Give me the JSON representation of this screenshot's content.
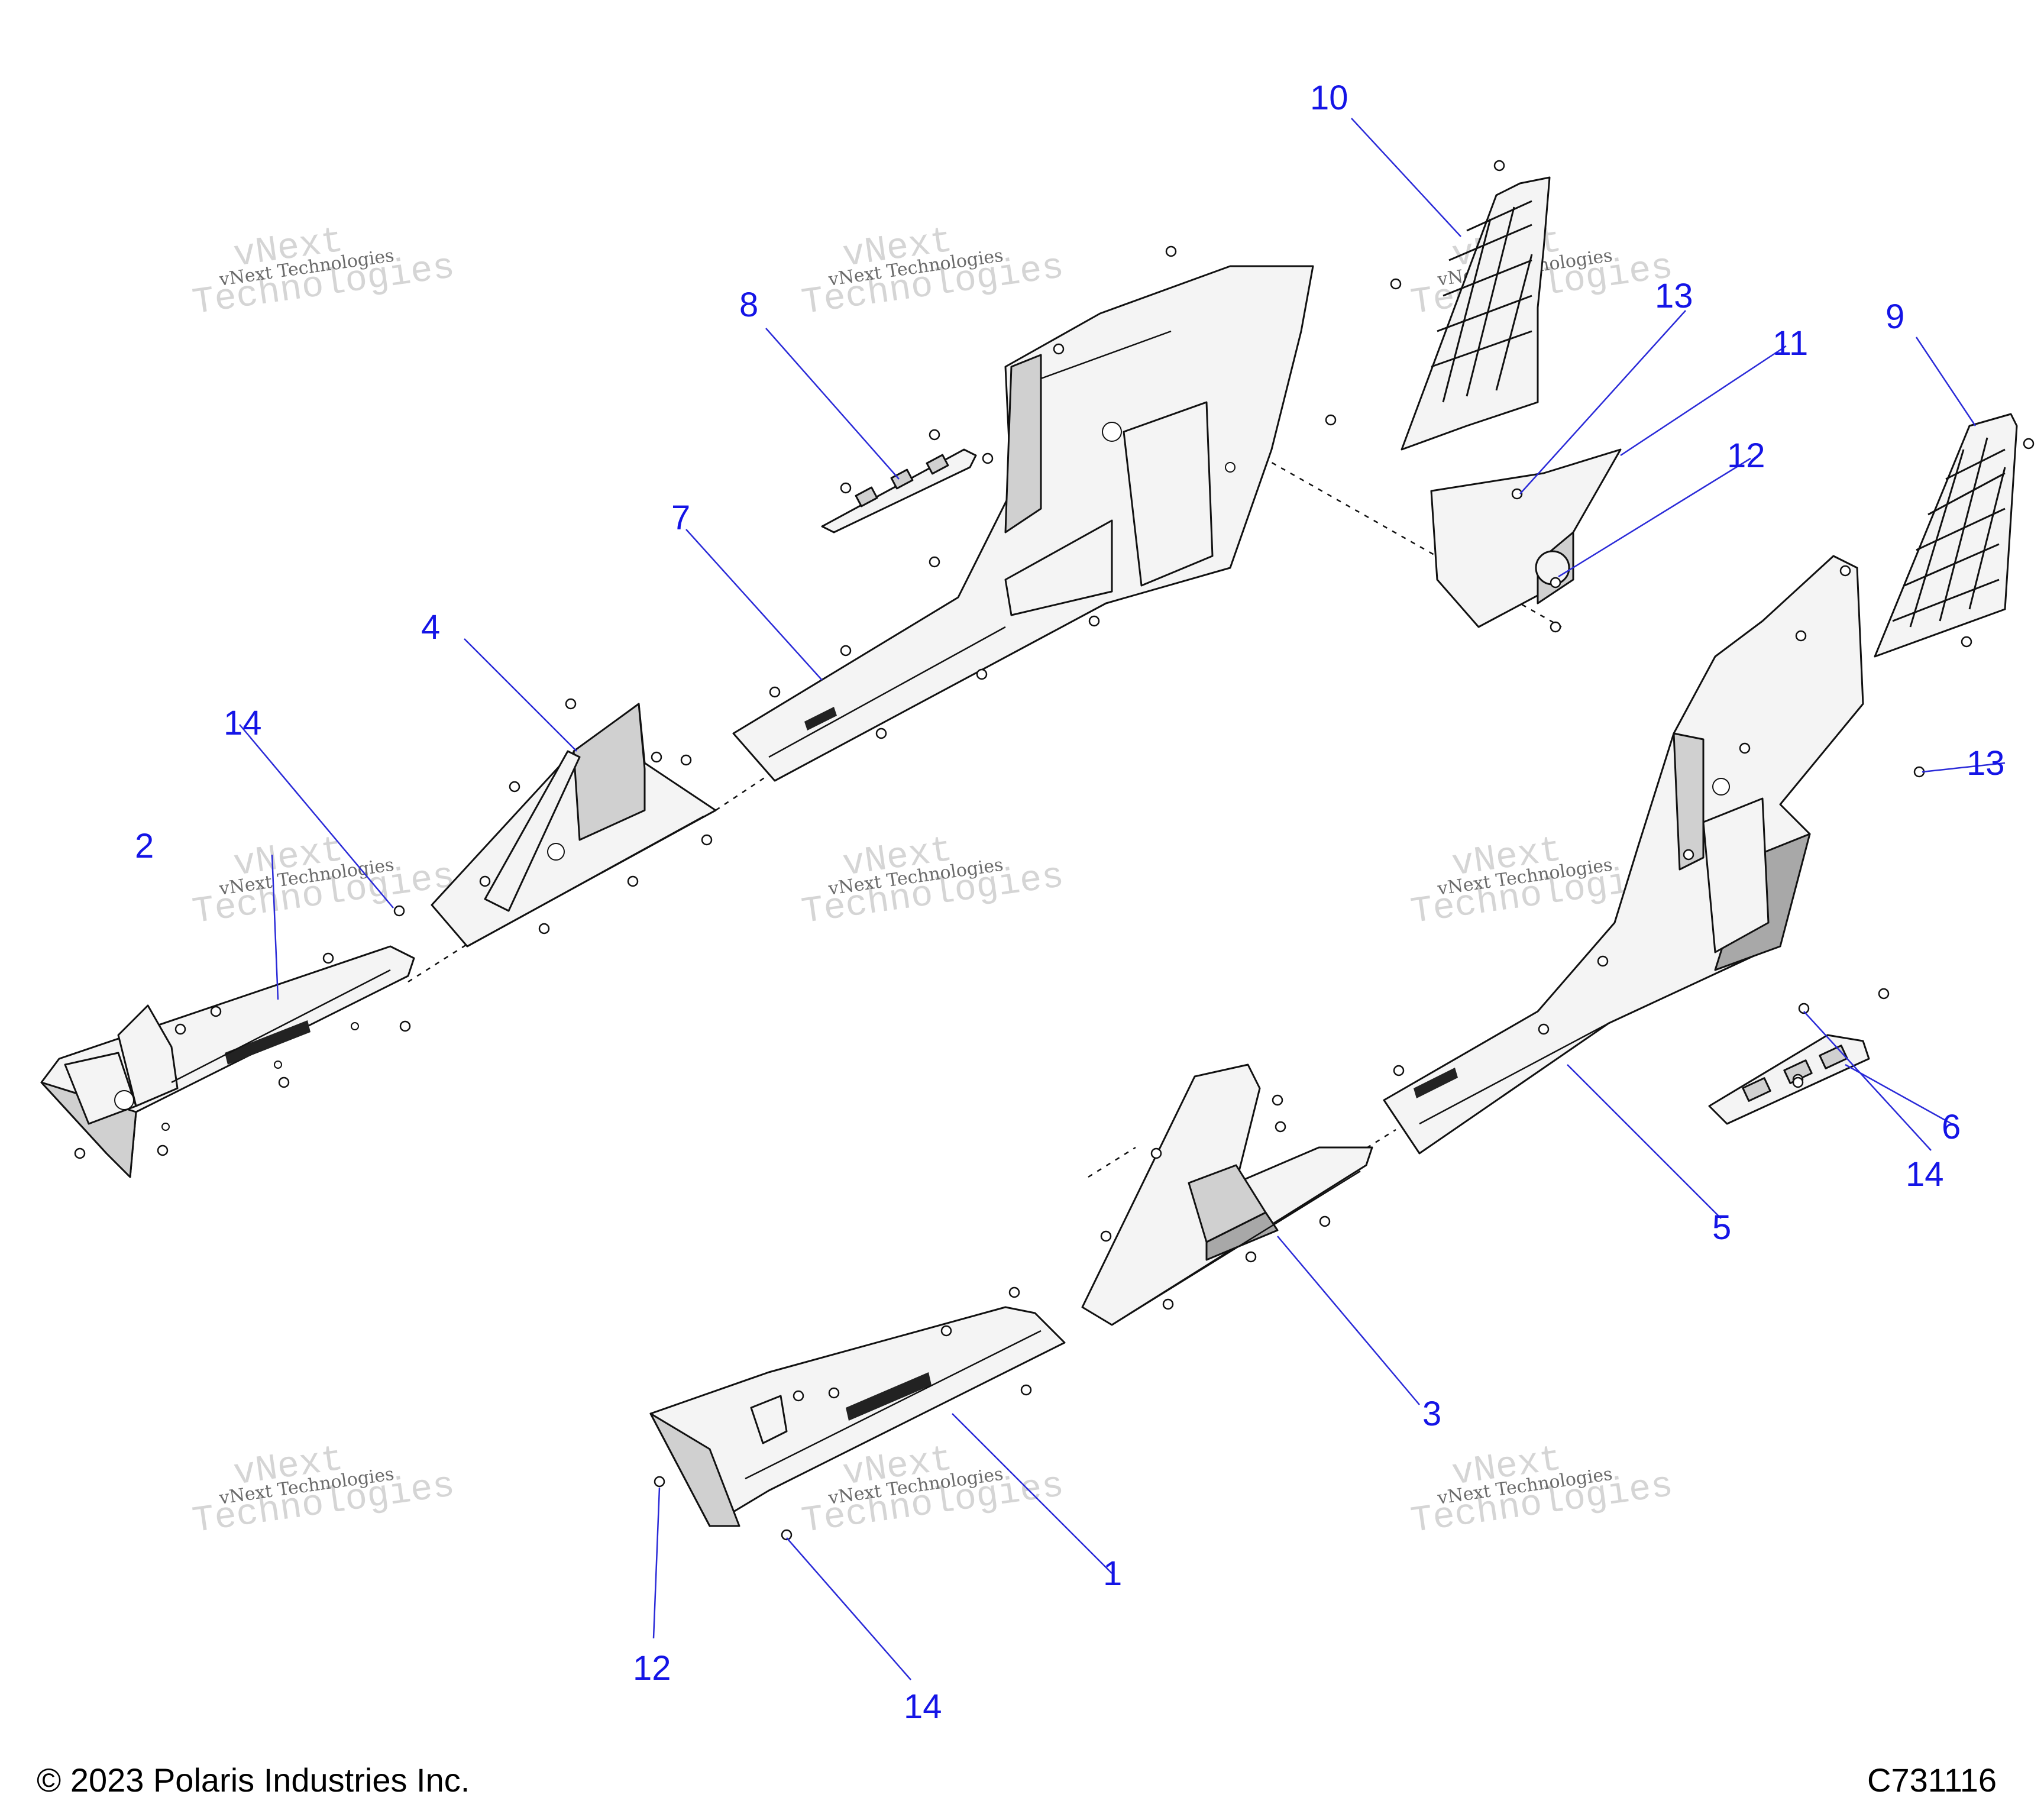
{
  "callouts": {
    "c1": "1",
    "c2": "2",
    "c3": "3",
    "c4": "4",
    "c5": "5",
    "c6": "6",
    "c7": "7",
    "c8": "8",
    "c9": "9",
    "c10": "10",
    "c11": "11",
    "c12a": "12",
    "c12b": "12",
    "c13a": "13",
    "c13b": "13",
    "c14a": "14",
    "c14b": "14",
    "c14c": "14"
  },
  "watermark": {
    "line1": "vNext",
    "line2": "Technologies",
    "label": "vNext Technologies"
  },
  "footer": {
    "copyright": "© 2023 Polaris Industries Inc.",
    "drawing_id": "C731116"
  },
  "colors": {
    "callout": "#1414e6",
    "leader": "#2a2ad8",
    "outline": "#111111"
  }
}
